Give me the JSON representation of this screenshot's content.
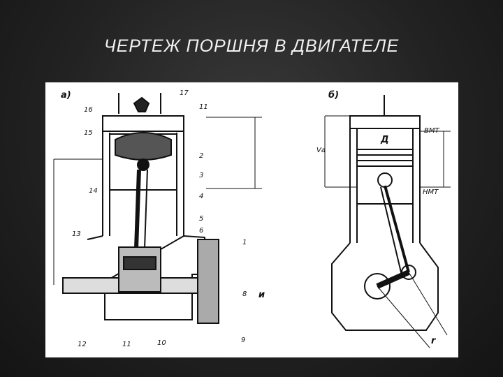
{
  "slide": {
    "title": "ЧЕРТЕЖ  ПОРШНЯ  В ДВИГАТЕЛЕ"
  },
  "drawing_a": {
    "panel_label": "а)",
    "part_numbers": [
      "16",
      "17",
      "11",
      "15",
      "2",
      "3",
      "4",
      "14",
      "5",
      "6",
      "13",
      "1",
      "8",
      "12",
      "11",
      "10",
      "9"
    ],
    "side_mark": "и"
  },
  "drawing_b": {
    "panel_label": "б)",
    "labels": {
      "bore": "Д",
      "tdc": "ВМТ",
      "bdc": "НМТ",
      "stroke": "Vа",
      "crank_radius": "r"
    }
  }
}
